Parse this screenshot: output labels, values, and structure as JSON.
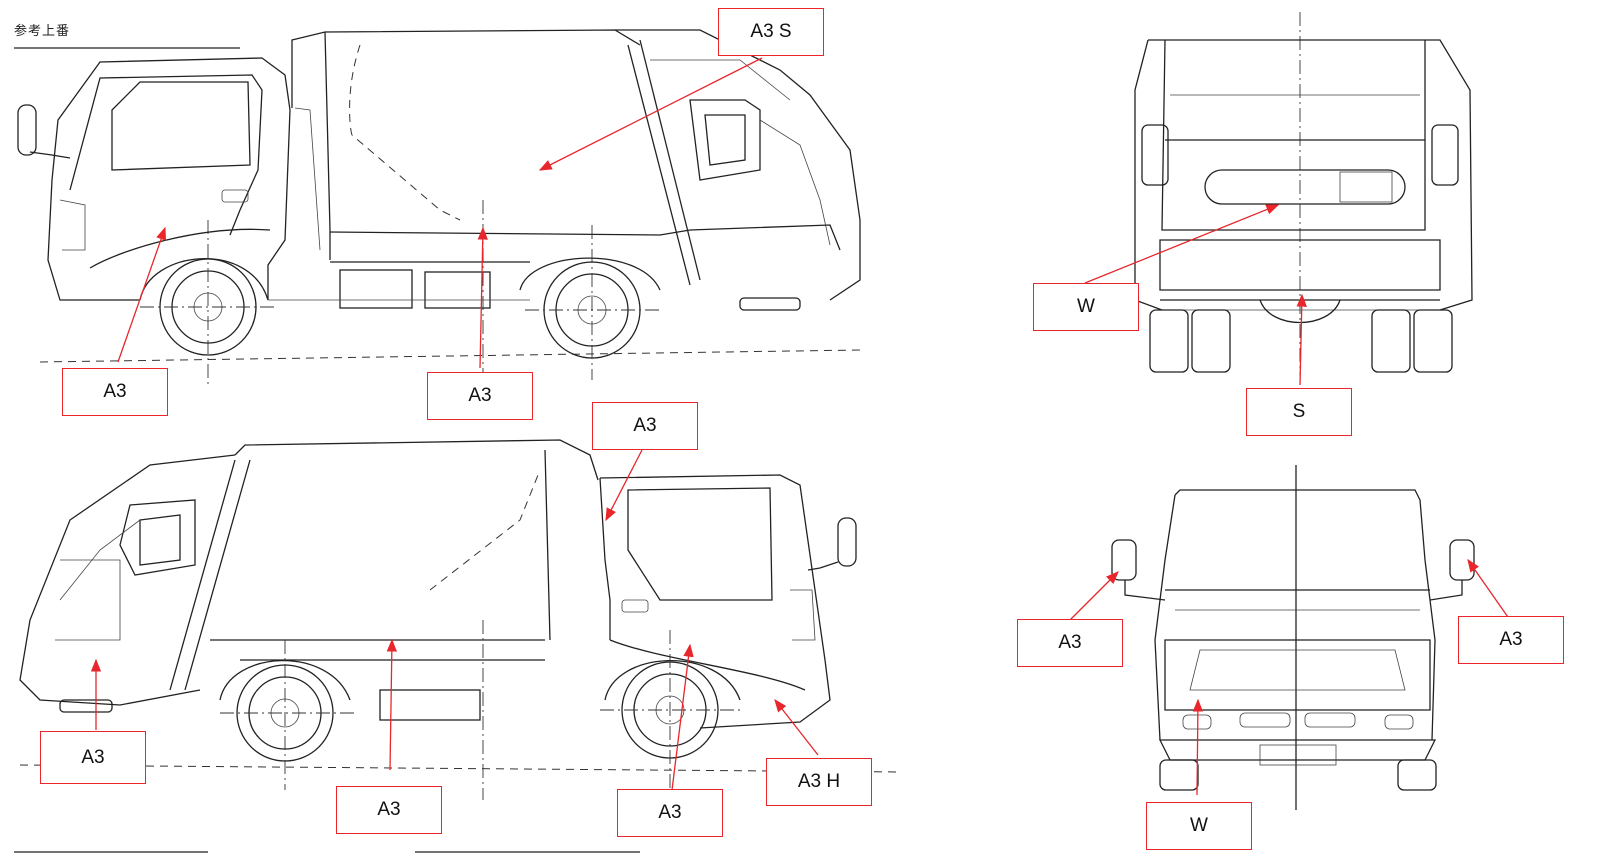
{
  "header": {
    "note": "参考上番"
  },
  "labels": [
    {
      "id": "side1-top",
      "text": "A3 S"
    },
    {
      "id": "side1-left",
      "text": "A3"
    },
    {
      "id": "side1-mid",
      "text": "A3"
    },
    {
      "id": "side2-top",
      "text": "A3"
    },
    {
      "id": "side2-rear",
      "text": "A3"
    },
    {
      "id": "side2-mid",
      "text": "A3"
    },
    {
      "id": "side2-cab",
      "text": "A3"
    },
    {
      "id": "side2-front",
      "text": "A3 H"
    },
    {
      "id": "rear-left",
      "text": "W"
    },
    {
      "id": "rear-bottom",
      "text": "S"
    },
    {
      "id": "front-left",
      "text": "A3"
    },
    {
      "id": "front-right",
      "text": "A3"
    },
    {
      "id": "front-bottom",
      "text": "W"
    }
  ],
  "colors": {
    "annotation": "#e8262b",
    "drawing": "#222222"
  }
}
